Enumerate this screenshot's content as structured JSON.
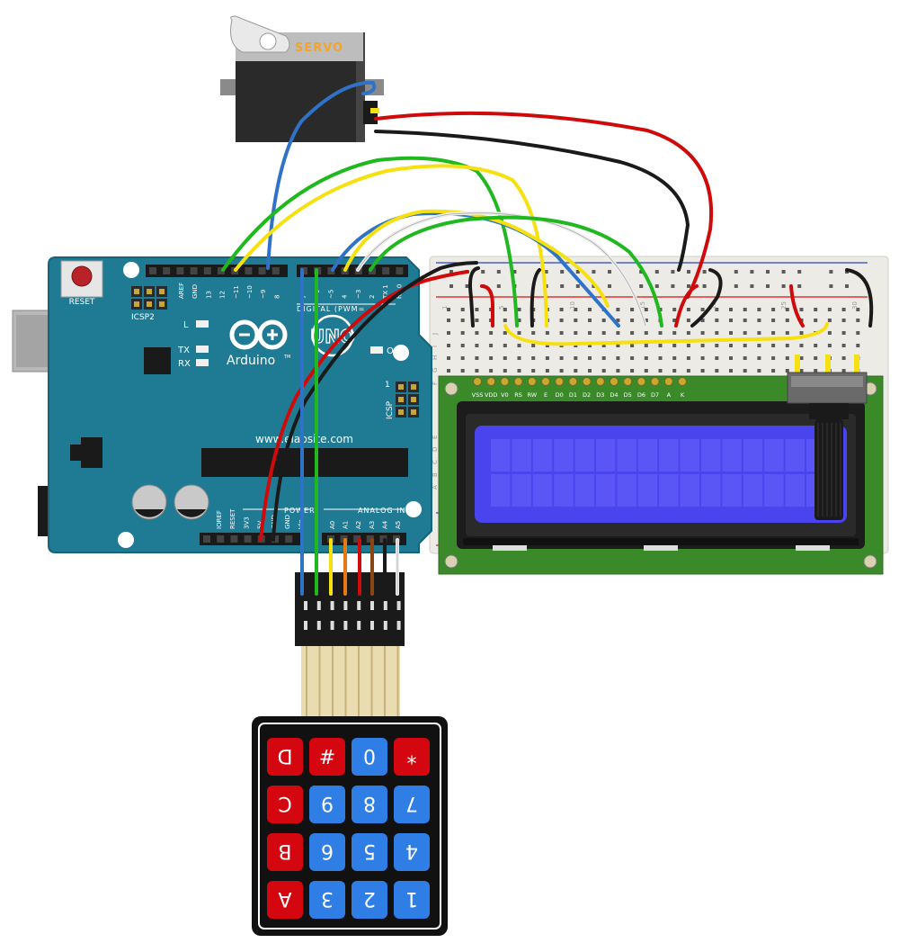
{
  "colors": {
    "arduino_board": "#1f7b94",
    "arduino_edge": "#16637a",
    "breadboard": "#ecebe6",
    "lcd_pcb": "#3a8a2a",
    "lcd_screen": "#4a44ee",
    "lcd_frame": "#1c1c1c",
    "keypad_red": "#d4060f",
    "keypad_blue": "#2f7ee6",
    "servo_body": "#2a2a2a",
    "servo_label": "#f3a52a",
    "wire_red": "#cf0a0a",
    "wire_black": "#1a1a1a",
    "wire_yellow": "#f6e010",
    "wire_green": "#1fb81f",
    "wire_blue": "#2f73c8",
    "wire_white": "#eeeeee",
    "wire_orange": "#e37a12",
    "wire_brown": "#8b4513"
  },
  "servo": {
    "label": "SERVO"
  },
  "arduino": {
    "brand": "Arduino",
    "tm": "TM",
    "model": "UNO",
    "reset_label": "RESET",
    "icsp2_label": "ICSP2",
    "icsp_label": "ICSP",
    "led_l": "L",
    "led_tx": "TX",
    "led_rx": "RX",
    "led_on": "ON",
    "website": "www.elabsite.com",
    "digital_header": "DIGITAL (PWM=",
    "digital_pins": [
      "AREF",
      "GND",
      "13",
      "12",
      "~11",
      "~10",
      "~9",
      "8"
    ],
    "digital_pins2": [
      "7",
      "~6",
      "~5",
      "4",
      "~3",
      "2",
      "TX 1",
      "RX 0"
    ],
    "power_header": "POWER",
    "power_pins": [
      "IOREF",
      "RESET",
      "3V3",
      "5V",
      "GND",
      "GND",
      "Vin"
    ],
    "analog_header": "ANALOG IN",
    "analog_pins": [
      "A0",
      "A1",
      "A2",
      "A3",
      "A4",
      "A5"
    ],
    "icsp_pin1": "1"
  },
  "breadboard": {
    "row_letters": [
      "J",
      "I",
      "H",
      "G",
      "F",
      "E",
      "D",
      "C",
      "B",
      "A"
    ],
    "column_numbers": [
      "1",
      "5",
      "10",
      "15",
      "20",
      "25",
      "30"
    ]
  },
  "lcd": {
    "pins": [
      "VSS",
      "VDD",
      "V0",
      "RS",
      "RW",
      "E",
      "D0",
      "D1",
      "D2",
      "D3",
      "D4",
      "D5",
      "D6",
      "D7",
      "A",
      "K"
    ],
    "columns": 16,
    "rows": 2
  },
  "keypad": {
    "rows": [
      [
        {
          "label": "D",
          "color": "red"
        },
        {
          "label": "#",
          "color": "red"
        },
        {
          "label": "0",
          "color": "blue"
        },
        {
          "label": "*",
          "color": "red"
        }
      ],
      [
        {
          "label": "C",
          "color": "red"
        },
        {
          "label": "9",
          "color": "blue"
        },
        {
          "label": "8",
          "color": "blue"
        },
        {
          "label": "7",
          "color": "blue"
        }
      ],
      [
        {
          "label": "B",
          "color": "red"
        },
        {
          "label": "6",
          "color": "blue"
        },
        {
          "label": "5",
          "color": "blue"
        },
        {
          "label": "4",
          "color": "blue"
        }
      ],
      [
        {
          "label": "A",
          "color": "red"
        },
        {
          "label": "3",
          "color": "blue"
        },
        {
          "label": "2",
          "color": "blue"
        },
        {
          "label": "1",
          "color": "blue"
        }
      ]
    ]
  }
}
